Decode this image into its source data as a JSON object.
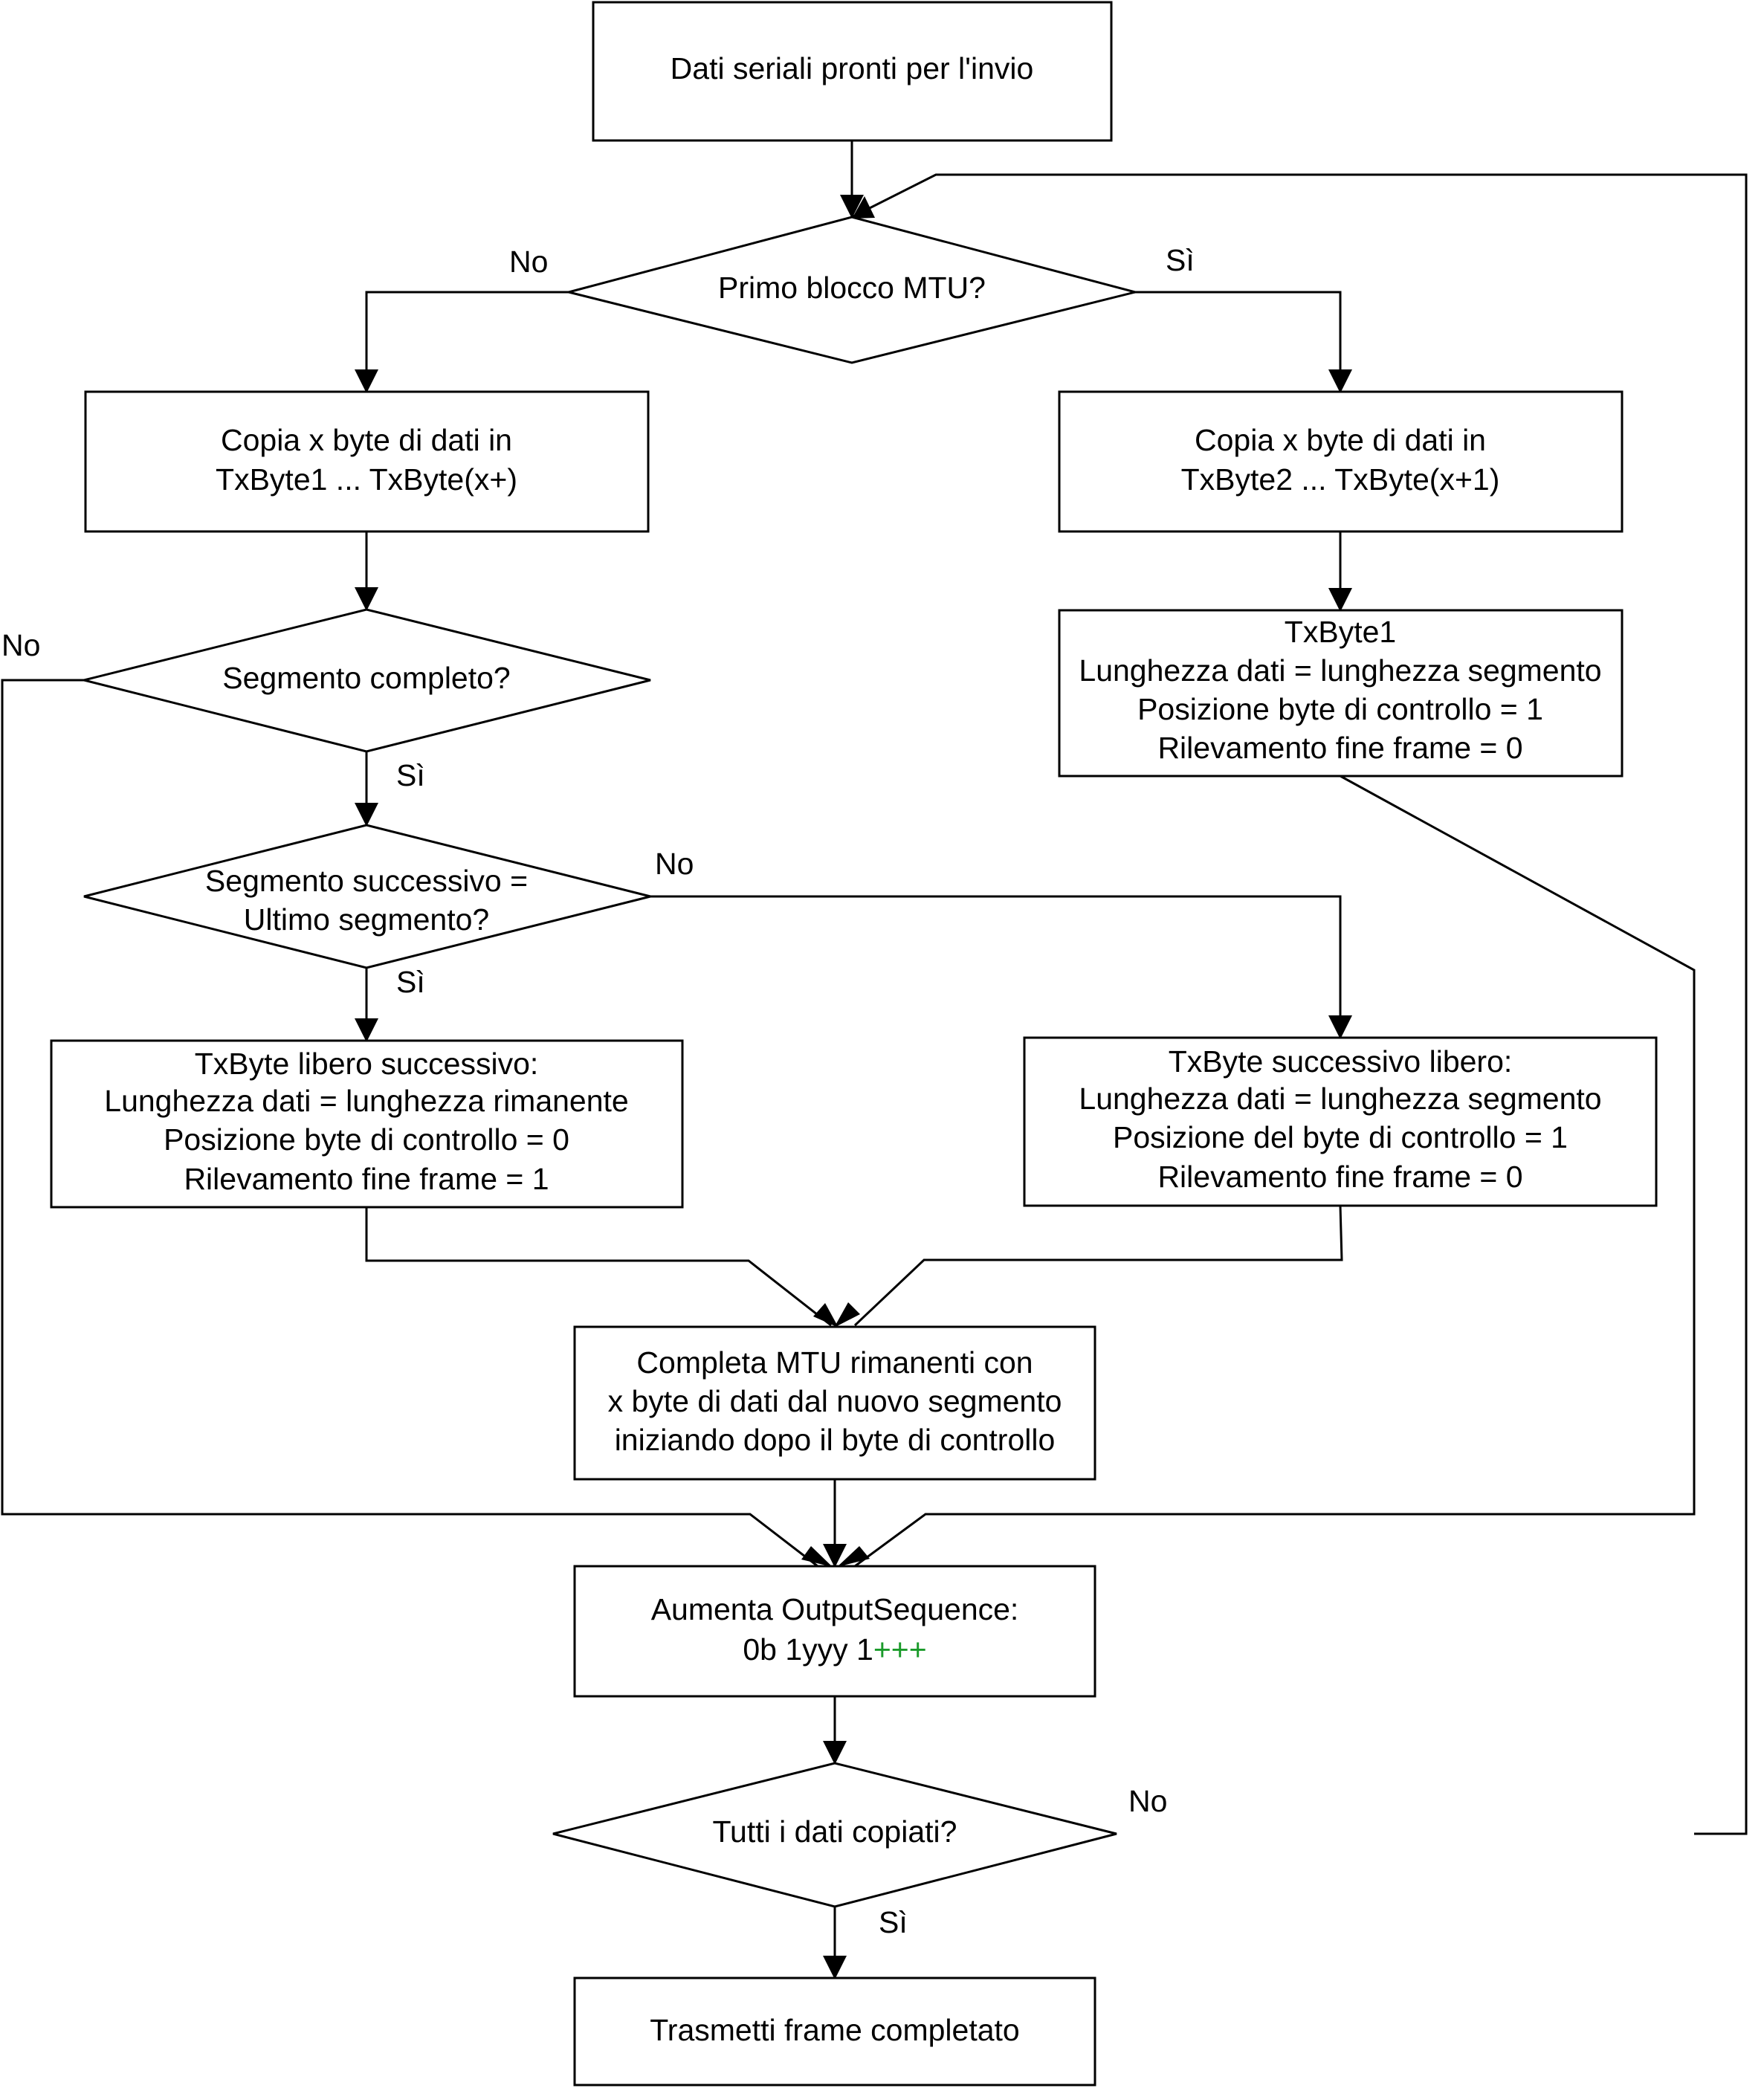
{
  "colors": {
    "line": "#000000",
    "fill": "#ffffff",
    "highlight": "#1a9a2a"
  },
  "nodes": {
    "start": "Dati seriali pronti per l'invio",
    "first_block": "Primo blocco MTU?",
    "copy_left": [
      "Copia x byte di dati in",
      "TxByte1 ... TxByte(x+)"
    ],
    "copy_right": [
      "Copia x byte di dati in",
      "TxByte2 ... TxByte(x+1)"
    ],
    "txbyte1": [
      "TxByte1",
      "Lunghezza dati = lunghezza segmento",
      "Posizione byte di controllo = 1",
      "Rilevamento fine frame = 0"
    ],
    "segment_complete": "Segmento completo?",
    "next_is_last": [
      "Segmento successivo =",
      "Ultimo segmento?"
    ],
    "last_segment_box": [
      "TxByte libero successivo:",
      "Lunghezza dati = lunghezza rimanente",
      "Posizione byte di controllo = 0",
      "Rilevamento fine frame = 1"
    ],
    "next_segment_box": [
      "TxByte successivo libero:",
      "Lunghezza dati = lunghezza segmento",
      "Posizione del byte di controllo = 1",
      "Rilevamento fine frame = 0"
    ],
    "complete_mtu": [
      "Completa MTU rimanenti con",
      "x byte di dati dal nuovo segmento",
      "iniziando dopo il byte di controllo"
    ],
    "increase_seq": {
      "line1": "Aumenta OutputSequence:",
      "line2_prefix": "0b 1yyy 1",
      "line2_suffix": "+++"
    },
    "all_copied": "Tutti i dati copiati?",
    "transmit": "Trasmetti frame completato"
  },
  "edge_labels": {
    "first_no": "No",
    "first_yes": "Sì",
    "segment_no": "No",
    "segment_yes": "Sì",
    "last_no": "No",
    "last_yes": "Sì",
    "copied_no": "No",
    "copied_yes": "Sì"
  }
}
